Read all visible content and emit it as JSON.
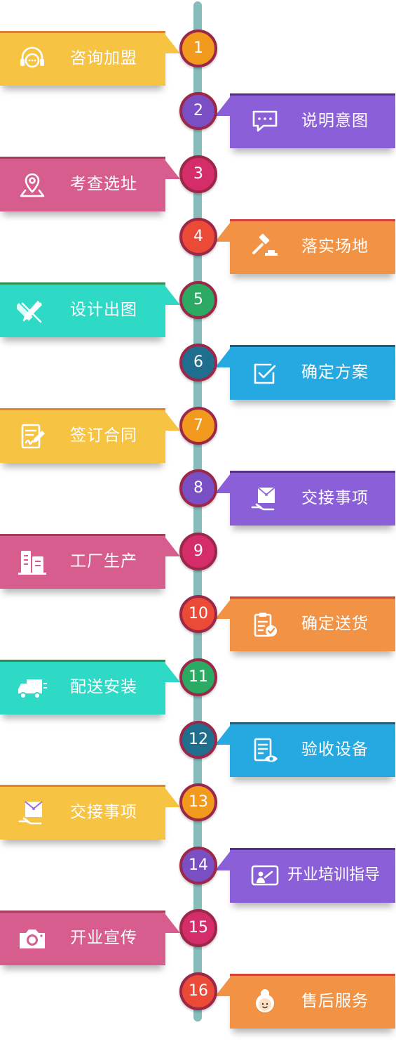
{
  "steps": [
    {
      "num": "1",
      "label": "咨询加盟",
      "side": "left",
      "color": "#f6c343",
      "accent": "#e0832e",
      "badge": "#f29a1e",
      "icon": "headset-chat-icon"
    },
    {
      "num": "2",
      "label": "说明意图",
      "side": "right",
      "color": "#8b5fd8",
      "accent": "#5a2f86",
      "badge": "#7a4fc4",
      "icon": "chat-bubble-icon"
    },
    {
      "num": "3",
      "label": "考查选址",
      "side": "left",
      "color": "#d65d8d",
      "accent": "#a43c5a",
      "badge": "#d42d6a",
      "icon": "map-pin-icon"
    },
    {
      "num": "4",
      "label": "落实场地",
      "side": "right",
      "color": "#f29244",
      "accent": "#d44236",
      "badge": "#ea4a36",
      "icon": "gavel-icon"
    },
    {
      "num": "5",
      "label": "设计出图",
      "side": "left",
      "color": "#2ed9c6",
      "accent": "#2f8f52",
      "badge": "#2aaa62",
      "icon": "ruler-pencil-icon"
    },
    {
      "num": "6",
      "label": "确定方案",
      "side": "right",
      "color": "#26a8e0",
      "accent": "#1e5f7e",
      "badge": "#1f6e8e",
      "icon": "checkbox-icon"
    },
    {
      "num": "7",
      "label": "签订合同",
      "side": "left",
      "color": "#f6c343",
      "accent": "#e0832e",
      "badge": "#f29a1e",
      "icon": "contract-icon"
    },
    {
      "num": "8",
      "label": "交接事项",
      "side": "right",
      "color": "#8b5fd8",
      "accent": "#5a2f86",
      "badge": "#7a4fc4",
      "icon": "handover-envelope-icon"
    },
    {
      "num": "9",
      "label": "工厂生产",
      "side": "left",
      "color": "#d65d8d",
      "accent": "#a43c5a",
      "badge": "#d42d6a",
      "icon": "factory-building-icon"
    },
    {
      "num": "10",
      "label": "确定送货",
      "side": "right",
      "color": "#f29244",
      "accent": "#d44236",
      "badge": "#ea4a36",
      "icon": "clipboard-check-icon"
    },
    {
      "num": "11",
      "label": "配送安装",
      "side": "left",
      "color": "#2ed9c6",
      "accent": "#2f8f52",
      "badge": "#2aaa62",
      "icon": "delivery-truck-icon"
    },
    {
      "num": "12",
      "label": "验收设备",
      "side": "right",
      "color": "#26a8e0",
      "accent": "#1e5f7e",
      "badge": "#1f6e8e",
      "icon": "document-eye-icon"
    },
    {
      "num": "13",
      "label": "交接事项",
      "side": "left",
      "color": "#f6c343",
      "accent": "#e0832e",
      "badge": "#f29a1e",
      "icon": "handover-envelope-icon"
    },
    {
      "num": "14",
      "label": "开业培训指导",
      "side": "right",
      "color": "#8b5fd8",
      "accent": "#5a2f86",
      "badge": "#7a4fc4",
      "icon": "presentation-teacher-icon"
    },
    {
      "num": "15",
      "label": "开业宣传",
      "side": "left",
      "color": "#d65d8d",
      "accent": "#a43c5a",
      "badge": "#d42d6a",
      "icon": "camera-icon"
    },
    {
      "num": "16",
      "label": "售后服务",
      "side": "right",
      "color": "#f29244",
      "accent": "#d44236",
      "badge": "#ea4a36",
      "icon": "customer-service-icon"
    }
  ]
}
